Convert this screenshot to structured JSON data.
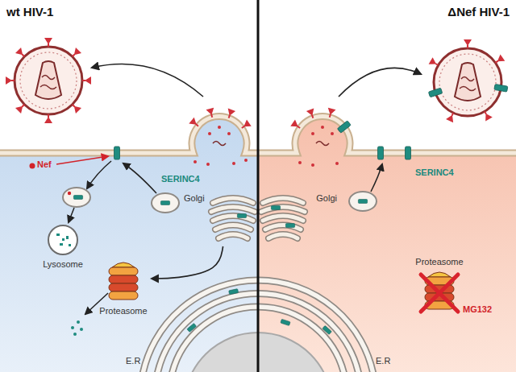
{
  "diagram": {
    "nodes": [
      {
        "text": [
          "wt HIV-1"
        ]
      },
      {
        "text": [
          "Golgi"
        ],
        "in": 0
      },
      {
        "text": [
          "Lysosome"
        ],
        "in": 0
      },
      {
        "text": [
          "Proteasome"
        ],
        "in": 0
      },
      {
        "text": [
          "ΔNef HIV-1"
        ]
      },
      {
        "text": [
          "Golgi"
        ],
        "in": 4
      },
      {
        "text": [
          "Proteasome"
        ],
        "in": 4
      }
    ],
    "edges": [
      {
        "from": 1,
        "to": 3,
        "arrow": "to"
      }
    ],
    "labels": [
      "Nef",
      "SERINC4",
      "E.R",
      "SERINC4",
      "MG132",
      "E.R"
    ]
  }
}
